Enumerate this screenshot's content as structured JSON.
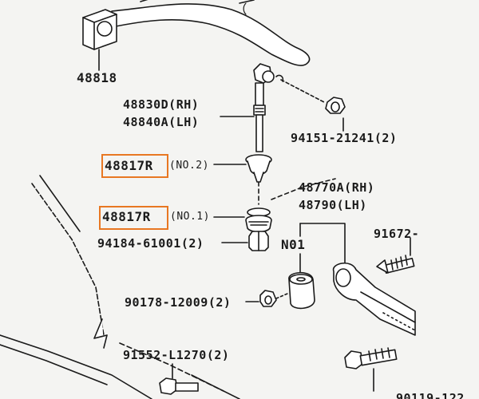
{
  "colors": {
    "highlight": "#e87722",
    "ink": "#1a1a1a",
    "background": "#f4f4f2"
  },
  "labels": {
    "p48818": "48818",
    "p48830d": "48830D(RH)",
    "p48840a": "48840A(LH)",
    "p94151": "94151-21241(2)",
    "p48817_no2_part": "48817R",
    "p48817_no2_note": "(NO.2)",
    "p48770a": "48770A(RH)",
    "p48790": "48790(LH)",
    "p48817_no1_part": "48817R",
    "p48817_no1_note": "(NO.1)",
    "p91672": "91672-",
    "p94184": "94184-61001(2)",
    "n01": "N01",
    "p90178": "90178-12009(2)",
    "p91552": "91552-L1270(2)",
    "p90119": "90119-122"
  },
  "highlights": [
    "48817R (NO.2)",
    "48817R (NO.1)"
  ]
}
